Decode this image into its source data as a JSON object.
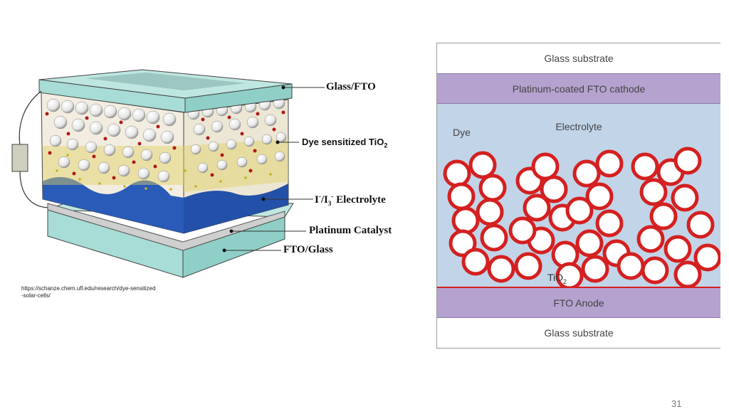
{
  "left_diagram": {
    "labels": {
      "glass_fto": "Glass/FTO",
      "dye_tio2_main": "Dye sensitized TiO",
      "dye_tio2_sub": "2",
      "electrolyte_a": "I",
      "electrolyte_sup1": "-",
      "electrolyte_b": "/I",
      "electrolyte_sub": "3",
      "electrolyte_sup2": "-",
      "electrolyte_c": " Electrolyte",
      "platinum": "Platinum Catalyst",
      "fto_glass": "FTO/Glass"
    },
    "source_url": "https://schanze.chem.ufl.edu/research/dye-sensitized-solar-cells/"
  },
  "right_diagram": {
    "glass_top": "Glass substrate",
    "cathode": "Platinum-coated FTO cathode",
    "electrolyte": "Electrolyte",
    "dye": "Dye",
    "tio2_main": "TiO",
    "tio2_sub": "2",
    "anode": "FTO Anode",
    "glass_bottom": "Glass substrate"
  },
  "page_number": "31",
  "colors": {
    "cathode_anode": "#b5a2cf",
    "electrolyte": "#c1d4e8",
    "dye_red": "#d42020",
    "glass_cyan": "#a8dcd6",
    "electrolyte_blue": "#2a5bb8"
  }
}
